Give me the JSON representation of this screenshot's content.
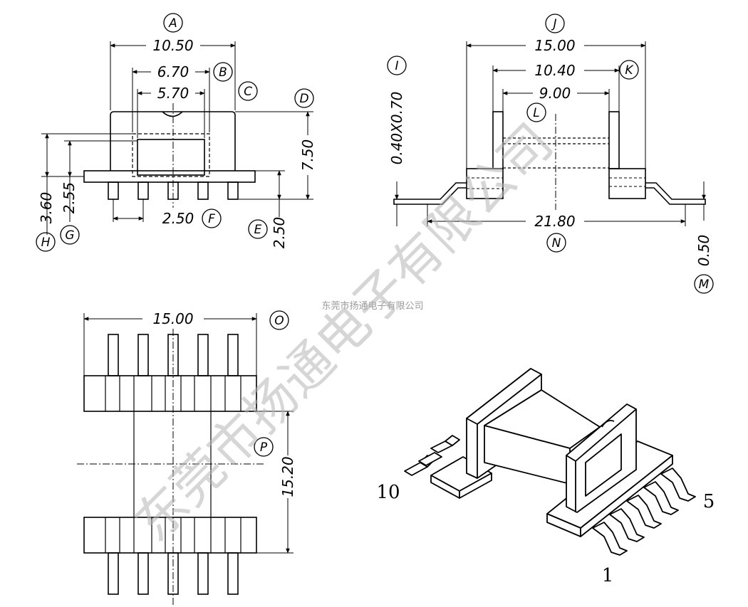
{
  "watermark": {
    "small": "东莞市扬通电子有限公司",
    "large": "东莞市扬通电子有限公司"
  },
  "view_front": {
    "dims": [
      {
        "letter": "A",
        "value": "10.50"
      },
      {
        "letter": "B",
        "value": "6.70"
      },
      {
        "letter": "C",
        "value": "5.70"
      },
      {
        "letter": "D",
        "value": "7.50"
      },
      {
        "letter": "E",
        "value": "2.50"
      },
      {
        "letter": "F",
        "value": "2.50"
      },
      {
        "letter": "G",
        "value": "2.55"
      },
      {
        "letter": "H",
        "value": "3.60"
      }
    ]
  },
  "view_side": {
    "dims": [
      {
        "letter": "I",
        "value": "0.40X0.70"
      },
      {
        "letter": "J",
        "value": "15.00"
      },
      {
        "letter": "K",
        "value": "10.40"
      },
      {
        "letter": "L",
        "value": "9.00"
      },
      {
        "letter": "M",
        "value": "0.50"
      },
      {
        "letter": "N",
        "value": "21.80"
      }
    ]
  },
  "view_bottom": {
    "dims": [
      {
        "letter": "O",
        "value": "15.00"
      },
      {
        "letter": "P",
        "value": "15.20"
      }
    ]
  },
  "view_iso": {
    "pin_labels": {
      "pin10": "10",
      "pin5": "5",
      "pin1": "1"
    }
  },
  "colors": {
    "line": "#000000",
    "watermark": "#b5b5b5"
  }
}
